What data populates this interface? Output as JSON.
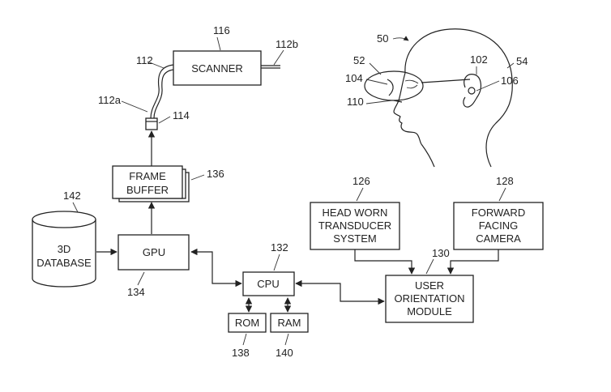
{
  "blocks": {
    "scanner": {
      "label": "SCANNER",
      "ref": "116"
    },
    "frame_buffer": {
      "line1": "FRAME",
      "line2": "BUFFER",
      "ref": "136"
    },
    "gpu": {
      "label": "GPU",
      "ref": "134"
    },
    "database": {
      "line1": "3D",
      "line2": "DATABASE",
      "ref": "142"
    },
    "cpu": {
      "label": "CPU",
      "ref": "132"
    },
    "rom": {
      "label": "ROM",
      "ref": "138"
    },
    "ram": {
      "label": "RAM",
      "ref": "140"
    },
    "head_worn": {
      "line1": "HEAD WORN",
      "line2": "TRANSDUCER",
      "line3": "SYSTEM",
      "ref": "126"
    },
    "camera": {
      "line1": "FORWARD",
      "line2": "FACING",
      "line3": "CAMERA",
      "ref": "128"
    },
    "orientation": {
      "line1": "USER",
      "line2": "ORIENTATION",
      "line3": "MODULE",
      "ref": "130"
    }
  },
  "refs": {
    "fiber": "112",
    "fiber_a": "112a",
    "fiber_b": "112b",
    "lens": "114",
    "head_assembly": "50",
    "eye_display": "52",
    "head_outline": "54",
    "ear": "102",
    "eyepiece": "104",
    "ear_device": "106",
    "nose_pad": "110"
  }
}
